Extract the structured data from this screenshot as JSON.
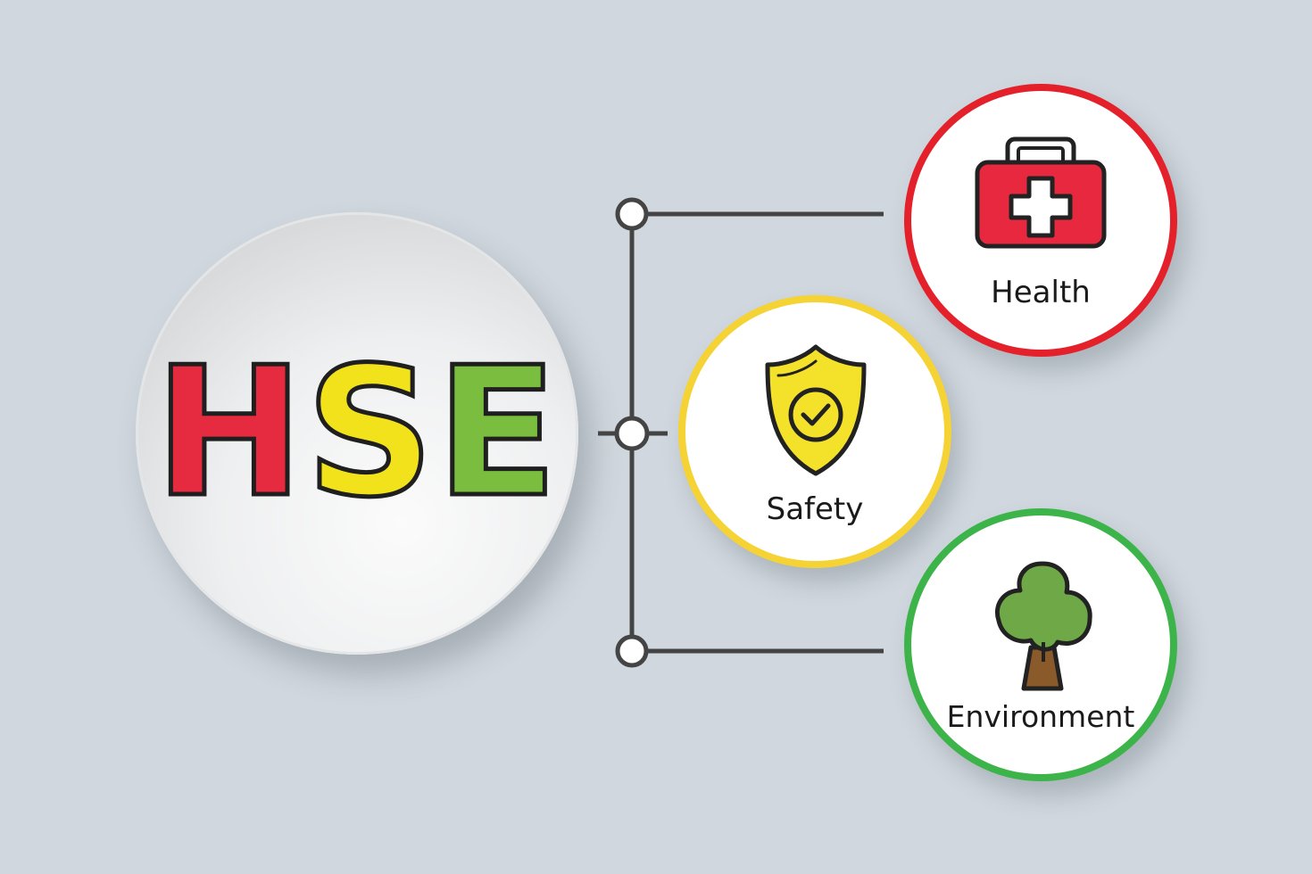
{
  "hub": {
    "letters": [
      {
        "char": "H",
        "color": "#e62a3f"
      },
      {
        "char": "S",
        "color": "#f2e21c"
      },
      {
        "char": "E",
        "color": "#7bbd3e"
      }
    ]
  },
  "nodes": {
    "health": {
      "label": "Health",
      "border_color": "#e4212b",
      "icon": "first-aid-kit-icon"
    },
    "safety": {
      "label": "Safety",
      "border_color": "#f5d335",
      "icon": "shield-check-icon"
    },
    "environment": {
      "label": "Environment",
      "border_color": "#3cb44a",
      "icon": "tree-icon"
    }
  },
  "connector_color": "#444444"
}
